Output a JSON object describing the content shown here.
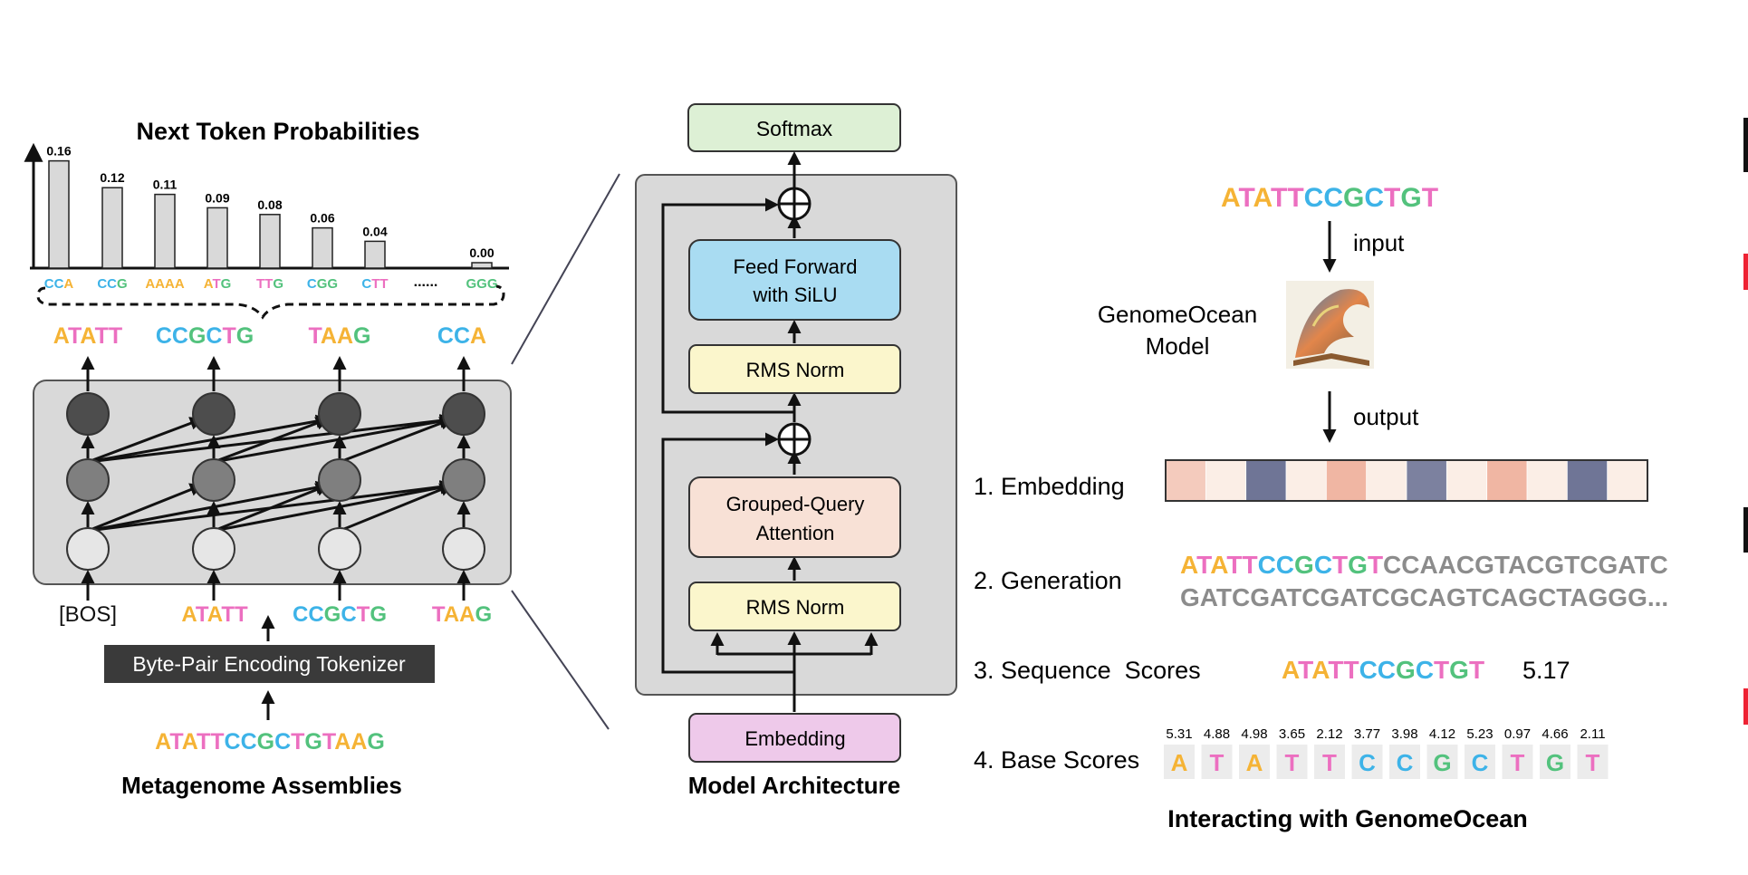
{
  "colors": {
    "A": "#f5b335",
    "T": "#ec6fc0",
    "C": "#3db3e8",
    "G": "#53c27d",
    "gray_panel": "#d9d9d9",
    "node_dark": "#4d4d4d",
    "node_mid": "#7f7f7f",
    "softmax_fill": "#ddf0d5",
    "ffn_fill": "#a9dcf2",
    "norm_fill": "#fbf6cc",
    "attn_fill": "#f8e1d6",
    "embed_fill": "#eec9ea",
    "tokenizer_fill": "#3a3a3a"
  },
  "left": {
    "probs_title": "Next Token Probabilities",
    "chart_data": {
      "type": "bar",
      "categories": [
        "CCA",
        "CCG",
        "AAAA",
        "ATG",
        "TTG",
        "CGG",
        "CTT",
        "GGG"
      ],
      "values": [
        0.16,
        0.12,
        0.11,
        0.09,
        0.08,
        0.06,
        0.04,
        0.0
      ],
      "value_labels": [
        "0.16",
        "0.12",
        "0.11",
        "0.09",
        "0.08",
        "0.06",
        "0.04",
        "0.00"
      ],
      "ellipsis": "......",
      "title": "Next Token Probabilities"
    },
    "output_tokens": [
      "ATATT",
      "CCGCTG",
      "TAAG",
      "CCA"
    ],
    "input_tokens": [
      "[BOS]",
      "ATATT",
      "CCGCTG",
      "TAAG"
    ],
    "tokenizer_label": "Byte-Pair Encoding Tokenizer",
    "raw_sequence": "ATATTCCGCTGTAAG",
    "caption": "Metagenome Assemblies"
  },
  "middle": {
    "softmax": "Softmax",
    "ffn_line1": "Feed Forward",
    "ffn_line2": "with SiLU",
    "norm_top": "RMS Norm",
    "attn_line1": "Grouped-Query",
    "attn_line2": "Attention",
    "norm_bottom": "RMS Norm",
    "embedding": "Embedding",
    "caption": "Model Architecture"
  },
  "right": {
    "input_sequence": "ATATTCCGCTGT",
    "input_label": "input",
    "model_line1": "GenomeOcean",
    "model_line2": "Model",
    "output_label": "output",
    "embedding_label": "1. Embedding",
    "embedding_cells": [
      "#f4cbbd",
      "#fbeee6",
      "#6f7596",
      "#fbeee6",
      "#f0b6a3",
      "#fbeee6",
      "#7c819f",
      "#fbeee6",
      "#f0b6a3",
      "#fbeee6",
      "#6f7596",
      "#fbeee6"
    ],
    "generation_label": "2. Generation",
    "generation_prefix": "ATATTCCGCTGT",
    "generation_rest_line1": "CCAACGTACGTCGATC",
    "generation_line2": "GATCGATCGATCGCAGTCAGCTAGGG...",
    "sequence_scores_label": "3. Sequence  Scores",
    "sequence_scores_seq": "ATATTCCGCTGT",
    "sequence_score_value": "5.17",
    "base_scores_label": "4. Base Scores",
    "base_scores": [
      {
        "base": "A",
        "score": "5.31"
      },
      {
        "base": "T",
        "score": "4.88"
      },
      {
        "base": "A",
        "score": "4.98"
      },
      {
        "base": "T",
        "score": "3.65"
      },
      {
        "base": "T",
        "score": "2.12"
      },
      {
        "base": "C",
        "score": "3.77"
      },
      {
        "base": "C",
        "score": "3.98"
      },
      {
        "base": "G",
        "score": "4.12"
      },
      {
        "base": "C",
        "score": "5.23"
      },
      {
        "base": "T",
        "score": "0.97"
      },
      {
        "base": "G",
        "score": "4.66"
      },
      {
        "base": "T",
        "score": "2.11"
      }
    ],
    "caption": "Interacting with GenomeOcean"
  }
}
